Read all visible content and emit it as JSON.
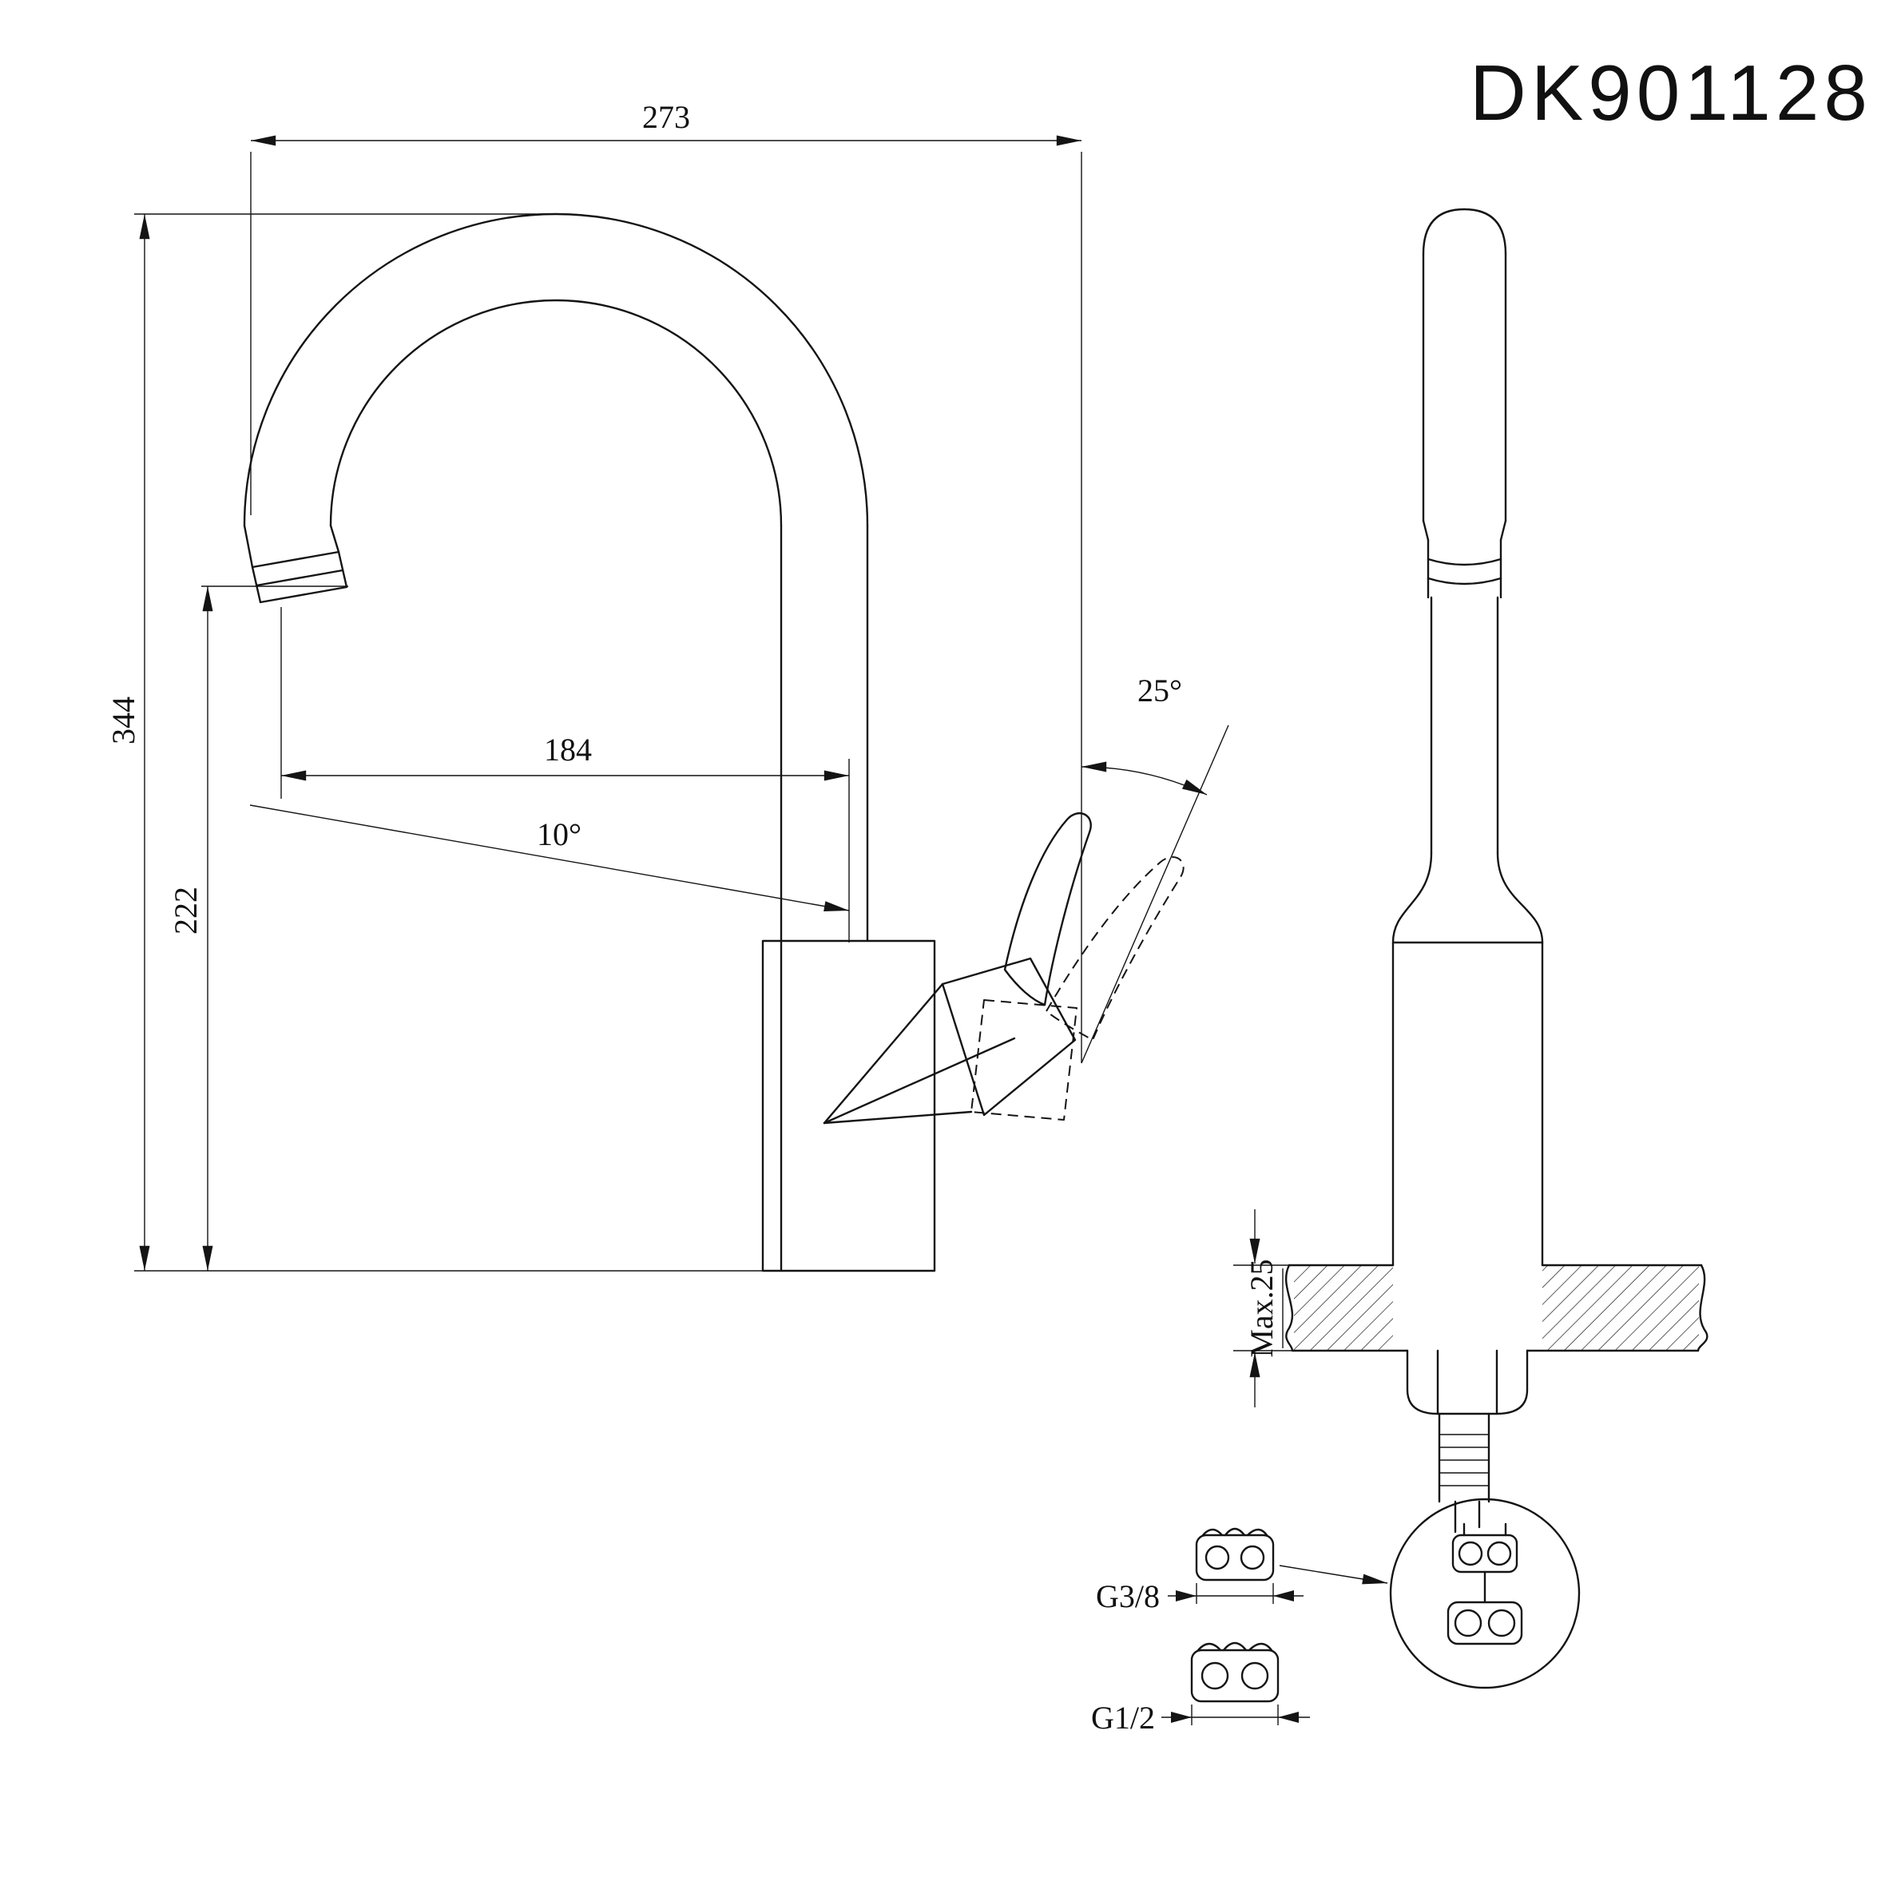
{
  "title": "DK901128",
  "dimensions": {
    "overall_width": "273",
    "overall_height": "344",
    "spout_reach": "184",
    "spout_height": "222",
    "spout_angle": "10°",
    "handle_angle": "25°",
    "max_counter_thickness": "Max.25",
    "supply_thread": "G3/8",
    "outlet_thread": "G1/2"
  }
}
